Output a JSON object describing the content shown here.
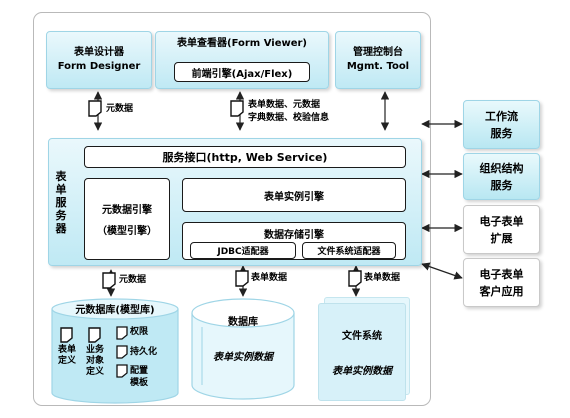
{
  "tools": {
    "designer": {
      "line1": "表单设计器",
      "line2": "Form Designer"
    },
    "viewer": {
      "title": "表单查看器(Form Viewer)",
      "engine": "前端引擎(Ajax/Flex)"
    },
    "mgmt": {
      "line1": "管理控制台",
      "line2": "Mgmt. Tool"
    }
  },
  "upper_links": {
    "metadata": "元数据",
    "viewer_line1": "表单数据、元数据",
    "viewer_line2": "字典数据、校验信息"
  },
  "server": {
    "label": "表单服务器",
    "service_interface": "服务接口(http, Web Service)",
    "metadata_engine_line1": "元数据引擎",
    "metadata_engine_line2": "（模型引擎）",
    "instance_engine": "表单实例引擎",
    "storage_engine": "数据存储引擎",
    "jdbc_adapter": "JDBC适配器",
    "fs_adapter": "文件系统适配器"
  },
  "lower_links": {
    "metadata": "元数据",
    "form_data_1": "表单数据",
    "form_data_2": "表单数据"
  },
  "metadata_store": {
    "title": "元数据库(模型库)",
    "docs": [
      {
        "line1": "表单",
        "line2": "定义"
      },
      {
        "line1": "业务",
        "line2": "对象",
        "line3": "定义"
      },
      {
        "line1": "权限",
        "line2": "持久化",
        "line3": "配置",
        "line4": "模板"
      }
    ]
  },
  "database": {
    "title": "数据库",
    "content": "表单实例数据"
  },
  "filesystem": {
    "title": "文件系统",
    "content": "表单实例数据"
  },
  "external": [
    {
      "line1": "工作流",
      "line2": "服务"
    },
    {
      "line1": "组织结构",
      "line2": "服务"
    },
    {
      "line1": "电子表单",
      "line2": "扩展"
    },
    {
      "line1": "电子表单",
      "line2": "客户应用"
    }
  ],
  "colors": {
    "accent_fill": "#bfe9f4",
    "accent_border": "#9fd5e6",
    "cyan_side": "#54d8e2"
  }
}
